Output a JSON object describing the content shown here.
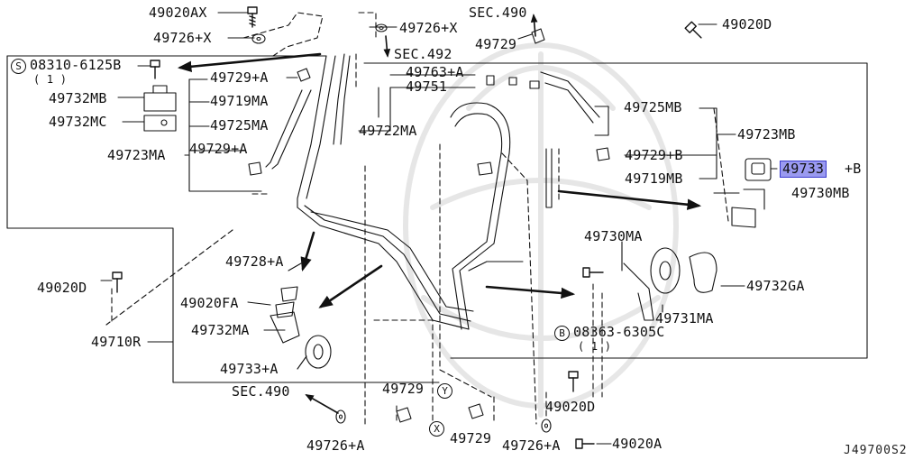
{
  "labels": {
    "p_49020AX": "49020AX",
    "p_49726X_tl": "49726+X",
    "p_49726X_tr": "49726+X",
    "sec490_top": "SEC.490",
    "sec492": "SEC.492",
    "p_49729_top": "49729",
    "p_49020D_tr": "49020D",
    "s_bolt": "08310-6125B",
    "s_bolt_qty": "( 1 )",
    "p_49729A_top": "49729+A",
    "p_49719MA": "49719MA",
    "p_49732MB": "49732MB",
    "p_49732MC": "49732MC",
    "p_49725MA": "49725MA",
    "p_49729A_mid": "49729+A",
    "p_49723MA": "49723MA",
    "p_49763A": "49763+A",
    "p_49751": "49751",
    "p_49722MA": "49722MA",
    "p_49725MB": "49725MB",
    "p_49723MB": "49723MB",
    "p_49729B": "49729+B",
    "p_49719MB": "49719MB",
    "p_49733B": "49733",
    "p_49733B_suffix": "+B",
    "p_49730MB": "49730MB",
    "p_49730MA": "49730MA",
    "p_49732GA": "49732GA",
    "p_49731MA": "49731MA",
    "b_bolt": "08363-6305C",
    "b_bolt_qty": "( 1 )",
    "p_49020D_l": "49020D",
    "p_49728A": "49728+A",
    "p_49020FA": "49020FA",
    "p_49732MA": "49732MA",
    "p_49710R": "49710R",
    "p_49733A": "49733+A",
    "sec490_bot": "SEC.490",
    "p_49729_y": "49729",
    "p_49729_x": "49729",
    "p_49726A_l": "49726+A",
    "p_49726A_r": "49726+A",
    "p_49020D_b": "49020D",
    "p_49020A": "49020A",
    "diagram_code": "J49700S2"
  },
  "markers": {
    "S": "S",
    "B": "B",
    "X": "X",
    "Y": "Y"
  },
  "colors": {
    "line": "#111111",
    "highlight_fill": "#9a9af0",
    "highlight_border": "#3a3acd",
    "watermark": "#e4e4e4"
  },
  "icons": [
    "bolt-icon",
    "washer-icon",
    "clamp-icon",
    "grommet-icon",
    "bracket-icon",
    "arrow-icon"
  ]
}
